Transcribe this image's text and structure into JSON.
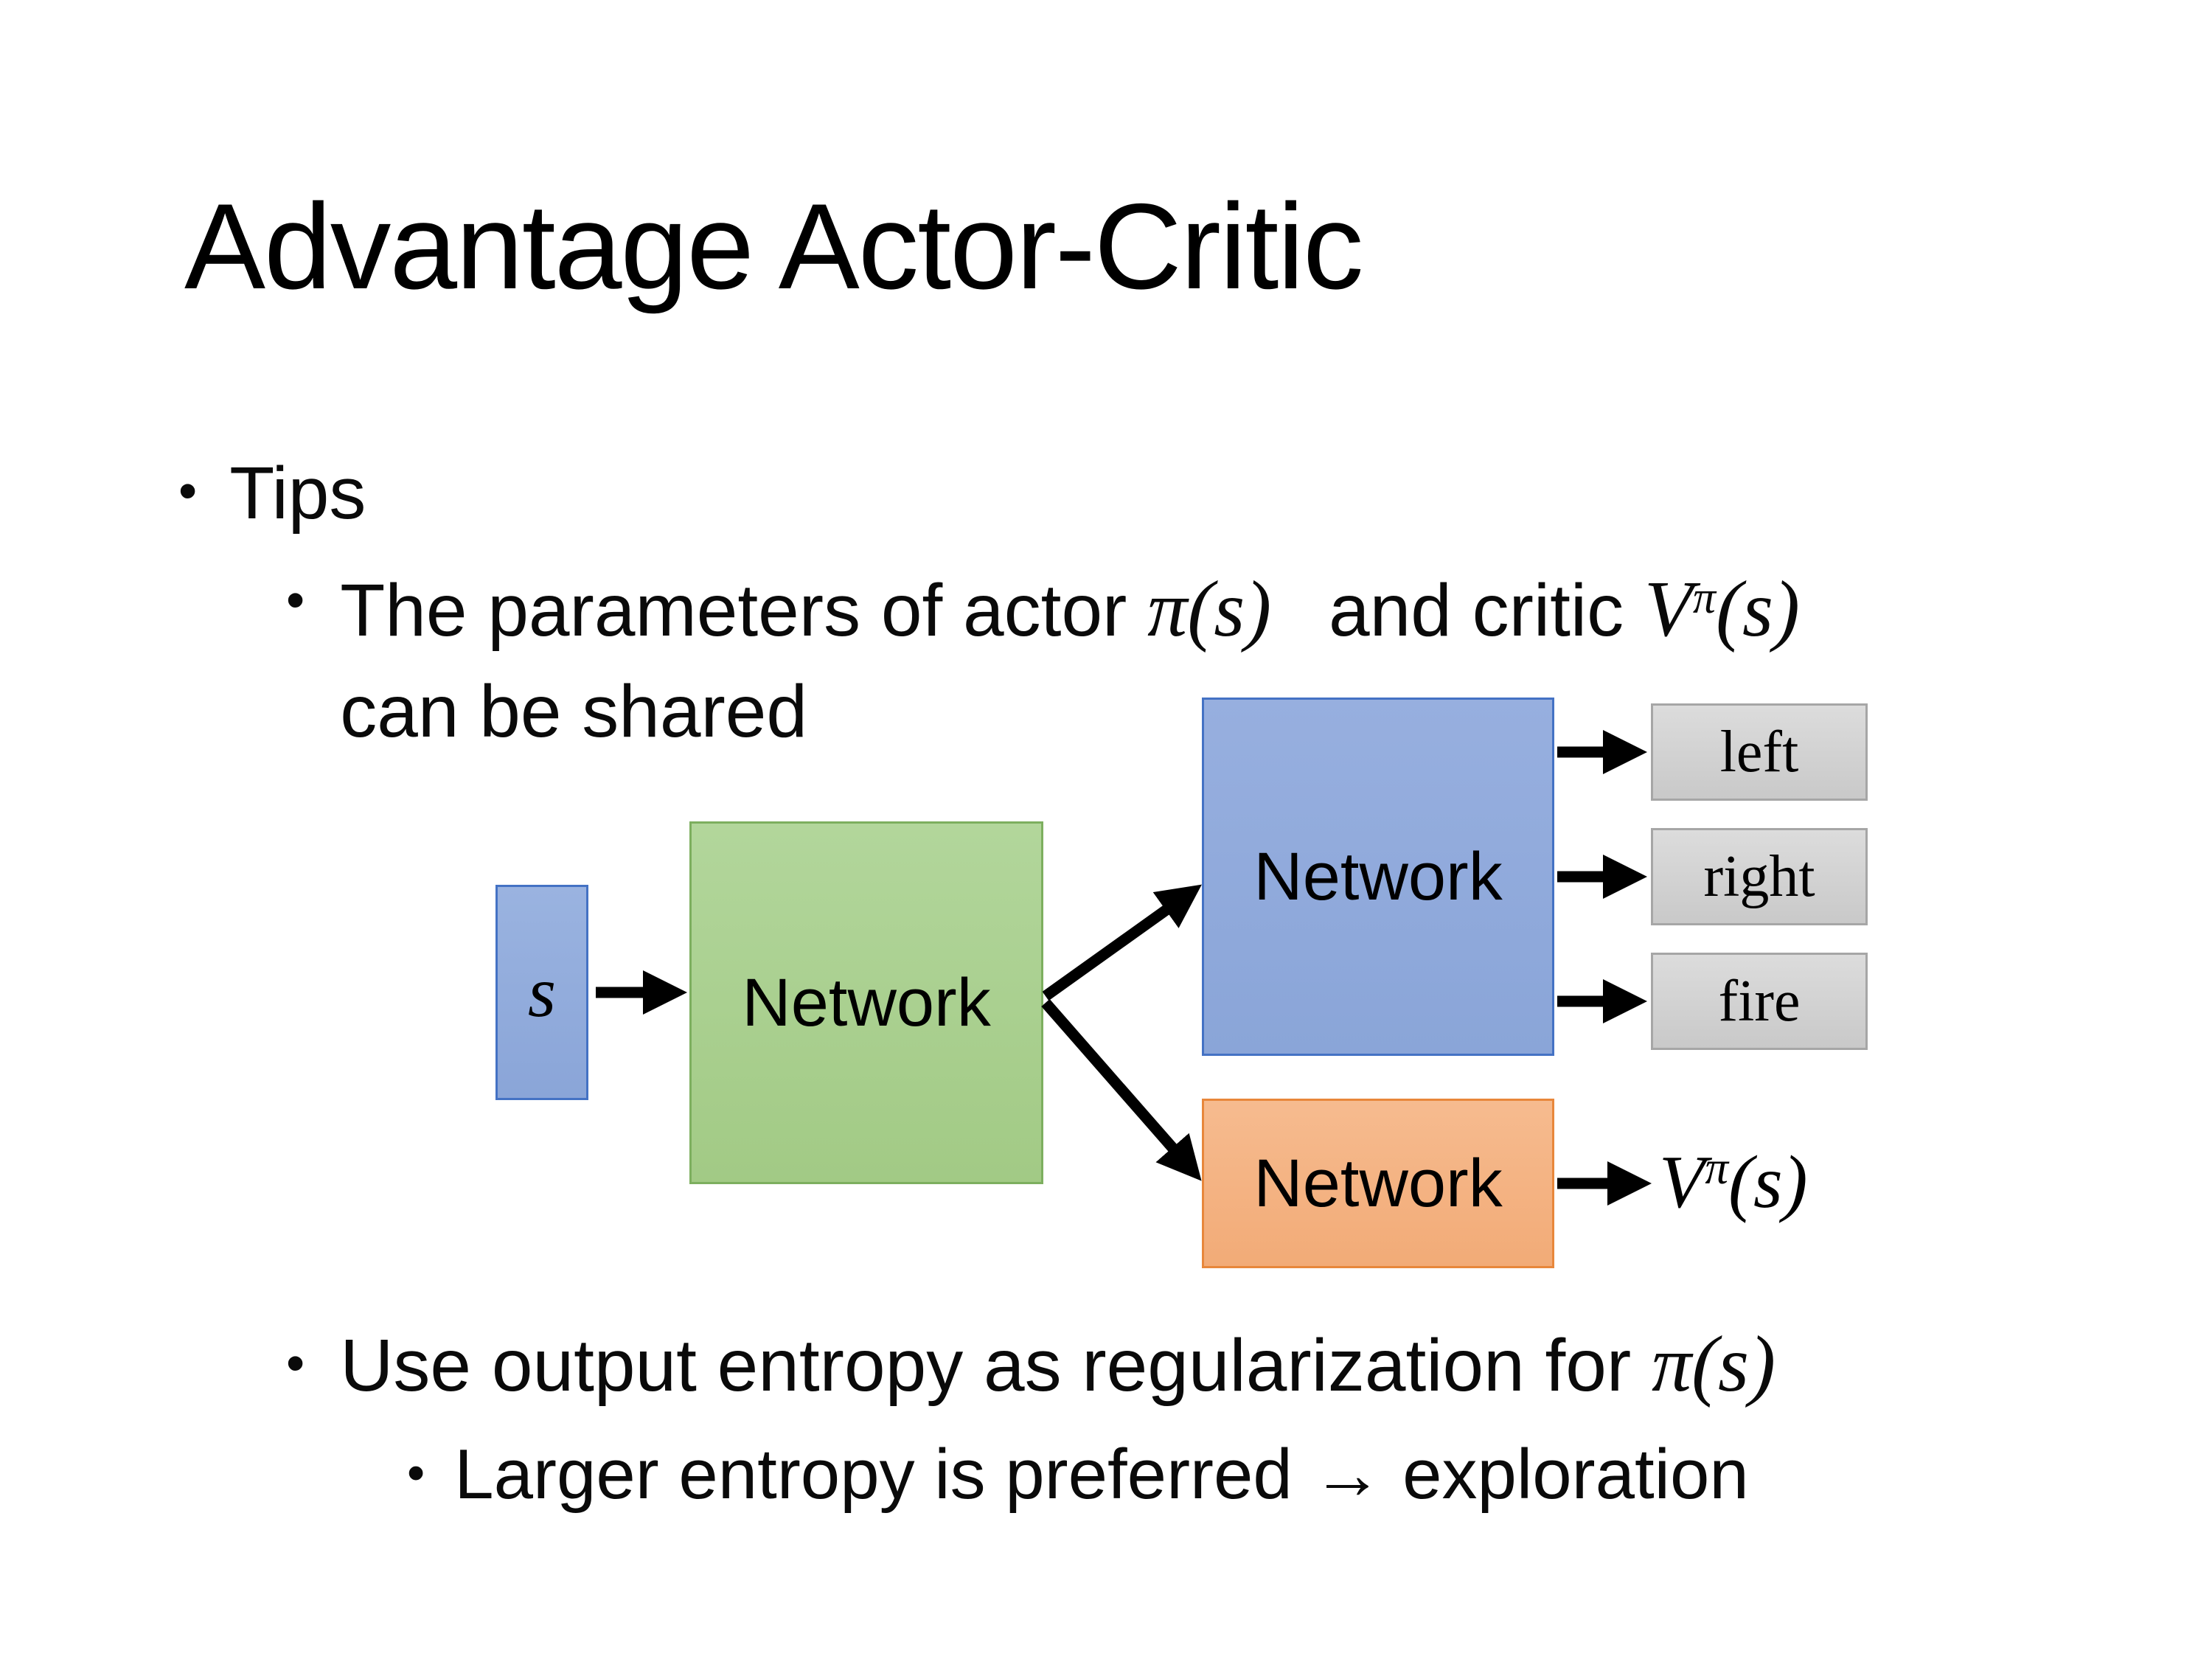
{
  "title": "Advantage Actor-Critic",
  "bullet_char": "•",
  "bullets": {
    "tips": "Tips",
    "shared": {
      "prefix": "The parameters of actor ",
      "actor_math": "π(s)",
      "mid": "  and critic ",
      "critic_base": "V",
      "critic_sup": "π",
      "critic_args": "(s)",
      "line2": "can be shared"
    },
    "entropy": {
      "prefix": "Use output entropy as regularization for ",
      "math": "π(s)"
    },
    "exploration": "Larger entropy is preferred → exploration"
  },
  "diagram": {
    "state_label": "s",
    "shared_network_label": "Network",
    "actor_network_label": "Network",
    "critic_network_label": "Network",
    "action_labels": [
      "left",
      "right",
      "fire"
    ],
    "value_base": "V",
    "value_sup": "π",
    "value_args": "(s)",
    "colors": {
      "state_fill": "#8FAADC",
      "state_border": "#4472C4",
      "shared_fill": "#A9D18E",
      "shared_border": "#7DAF5F",
      "actor_fill": "#8FAADC",
      "actor_border": "#4472C4",
      "critic_fill": "#F4B183",
      "critic_border": "#E8873B",
      "action_fill": "#D6D6D6",
      "action_border": "#A6A6A6",
      "arrow": "#000000"
    }
  }
}
